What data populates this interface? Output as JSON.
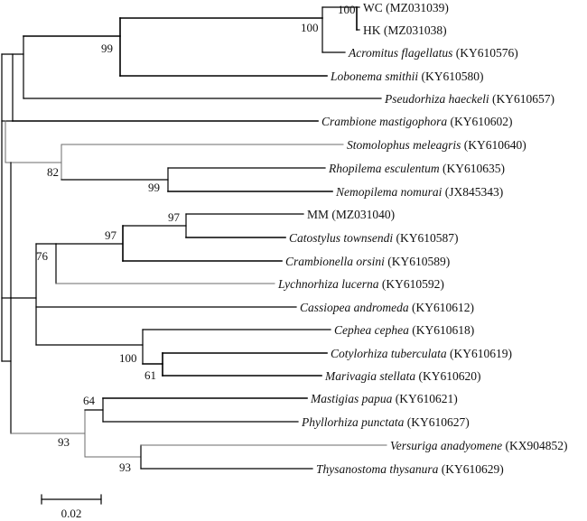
{
  "tree": {
    "taxa": [
      {
        "id": "wc",
        "name": "WC",
        "italic": false,
        "accession": "(MZ031039)"
      },
      {
        "id": "hk",
        "name": "HK",
        "italic": false,
        "accession": "(MZ031038)"
      },
      {
        "id": "acromitus",
        "name": "Acromitus flagellatus",
        "italic": true,
        "accession": "(KY610576)"
      },
      {
        "id": "lobonema",
        "name": "Lobonema smithii",
        "italic": true,
        "accession": "(KY610580)"
      },
      {
        "id": "pseudorhiza",
        "name": "Pseudorhiza haeckeli",
        "italic": true,
        "accession": "(KY610657)"
      },
      {
        "id": "crambione",
        "name": "Crambione mastigophora",
        "italic": true,
        "accession": "(KY610602)"
      },
      {
        "id": "stomolophus",
        "name": "Stomolophus meleagris",
        "italic": true,
        "accession": "(KY610640)"
      },
      {
        "id": "rhopilema",
        "name": "Rhopilema esculentum",
        "italic": true,
        "accession": "(KY610635)"
      },
      {
        "id": "nemopilema",
        "name": "Nemopilema nomurai",
        "italic": true,
        "accession": "(JX845343)"
      },
      {
        "id": "mm",
        "name": "MM",
        "italic": false,
        "accession": "(MZ031040)"
      },
      {
        "id": "catostylus",
        "name": "Catostylus townsendi",
        "italic": true,
        "accession": "(KY610587)"
      },
      {
        "id": "crambionella",
        "name": "Crambionella orsini",
        "italic": true,
        "accession": "(KY610589)"
      },
      {
        "id": "lychnorhiza",
        "name": "Lychnorhiza lucerna",
        "italic": true,
        "accession": "(KY610592)"
      },
      {
        "id": "cassiopea",
        "name": "Cassiopea andromeda",
        "italic": true,
        "accession": "(KY610612)"
      },
      {
        "id": "cephea",
        "name": "Cephea cephea",
        "italic": true,
        "accession": "(KY610618)"
      },
      {
        "id": "cotylorhiza",
        "name": "Cotylorhiza tuberculata",
        "italic": true,
        "accession": "(KY610619)"
      },
      {
        "id": "marivagia",
        "name": "Marivagia stellata",
        "italic": true,
        "accession": "(KY610620)"
      },
      {
        "id": "mastigias",
        "name": "Mastigias papua",
        "italic": true,
        "accession": "(KY610621)"
      },
      {
        "id": "phyllorhiza",
        "name": "Phyllorhiza punctata",
        "italic": true,
        "accession": "(KY610627)"
      },
      {
        "id": "versuriga",
        "name": "Versuriga anadyomene",
        "italic": true,
        "accession": "(KX904852)"
      },
      {
        "id": "thysanostoma",
        "name": "Thysanostoma thysanura",
        "italic": true,
        "accession": "(KY610629)"
      }
    ],
    "bootstrap_values": [
      {
        "id": "wc-hk",
        "value": "100"
      },
      {
        "id": "wc-hk-acromitus",
        "value": "100"
      },
      {
        "id": "acromitus-lobonema",
        "value": "99"
      },
      {
        "id": "stomolophus-group",
        "value": "82"
      },
      {
        "id": "rhopilema-nemopilema",
        "value": "99"
      },
      {
        "id": "mm-catostylus",
        "value": "97"
      },
      {
        "id": "catostylus-crambionella",
        "value": "97"
      },
      {
        "id": "lychnorhiza-group",
        "value": "76"
      },
      {
        "id": "cephea-group",
        "value": "100"
      },
      {
        "id": "cotylorhiza-marivagia",
        "value": "61"
      },
      {
        "id": "mastigias-phyllorhiza",
        "value": "64"
      },
      {
        "id": "versuriga-thysanostoma",
        "value": "93"
      },
      {
        "id": "mastigias-versuriga",
        "value": "93"
      }
    ],
    "scale_bar": {
      "label": "0.02"
    }
  }
}
